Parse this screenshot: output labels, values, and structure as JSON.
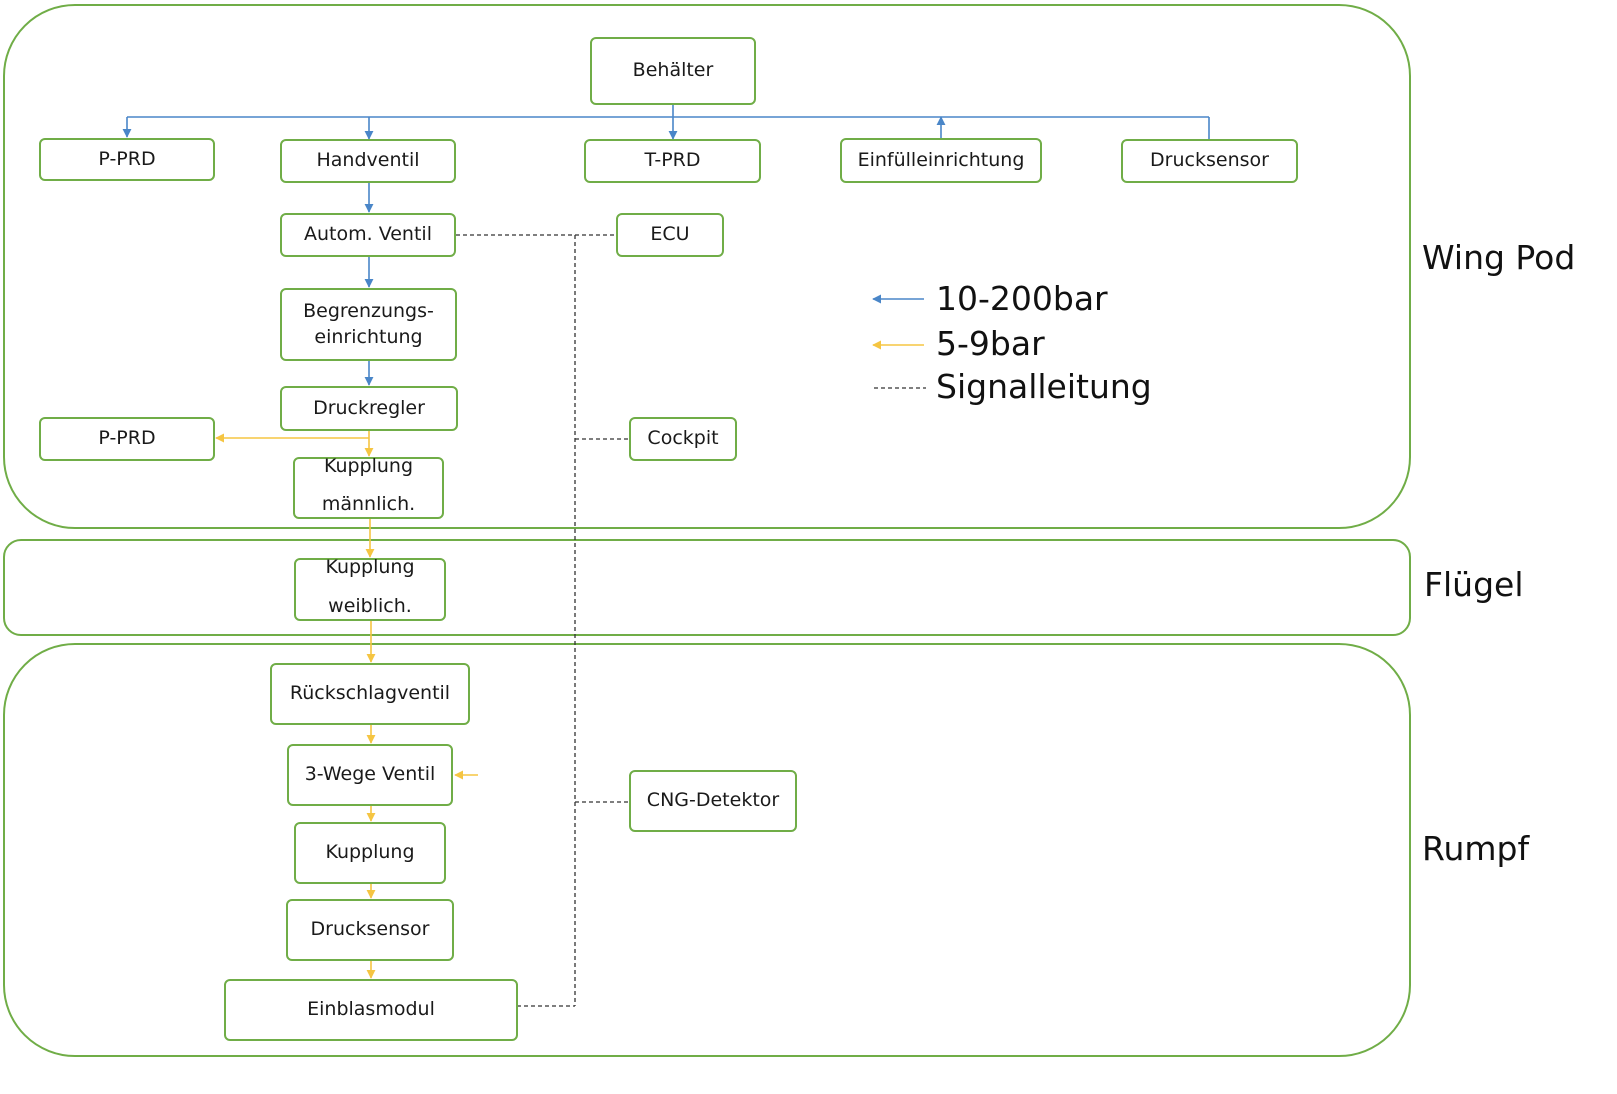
{
  "regions": {
    "wing_pod": "Wing Pod",
    "fluegel": "Flügel",
    "rumpf": "Rumpf"
  },
  "nodes": {
    "behaelter": "Behälter",
    "p_prd_top": "P-PRD",
    "handventil": "Handventil",
    "t_prd": "T-PRD",
    "einfuelleinrichtung": "Einfülleinrichtung",
    "drucksensor_top": "Drucksensor",
    "autom_ventil": "Autom. Ventil",
    "ecu": "ECU",
    "begrenzung_l1": "Begrenzungs-",
    "begrenzung_l2": "einrichtung",
    "druckregler": "Druckregler",
    "p_prd_mid": "P-PRD",
    "cockpit": "Cockpit",
    "kupplung_m_l1": "Kupplung",
    "kupplung_m_l2": "männlich.",
    "kupplung_w_l1": "Kupplung",
    "kupplung_w_l2": "weiblich.",
    "rueckschlagventil": "Rückschlagventil",
    "dreiwege_ventil": "3-Wege Ventil",
    "cng_detektor": "CNG-Detektor",
    "kupplung": "Kupplung",
    "drucksensor_bottom": "Drucksensor",
    "einblasmodul": "Einblasmodul"
  },
  "legend": {
    "high_pressure": "10-200bar",
    "low_pressure": "5-9bar",
    "signal": "Signalleitung"
  },
  "colors": {
    "border": "#70ad47",
    "high_pressure_line": "#4a86c8",
    "low_pressure_line": "#f5c542",
    "signal_line": "#333333"
  }
}
